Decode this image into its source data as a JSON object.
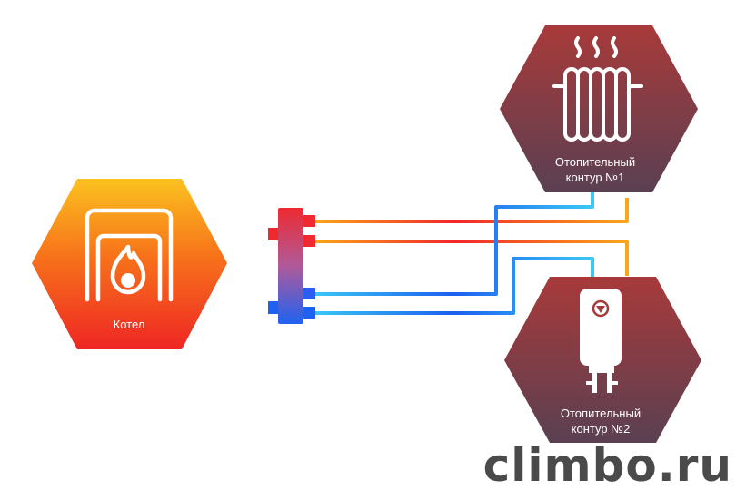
{
  "nodes": {
    "boiler": {
      "label": "Котел"
    },
    "circuit1": {
      "label_line1": "Отопительный",
      "label_line2": "контур  №1"
    },
    "circuit2": {
      "label_line1": "Отопительный",
      "label_line2": "контур  №2"
    }
  },
  "watermark": "climbo.ru",
  "colors": {
    "boiler_gradient": [
      "#fbbd1e",
      "#f7741a",
      "#ee2a24"
    ],
    "circuit_gradient": [
      "#a53a3b",
      "#5e4050"
    ],
    "supply_hot": "#f2272b",
    "supply_warm": "#f9a51a",
    "return_cold": "#1e63f0",
    "return_cyan": "#38c6f4"
  }
}
